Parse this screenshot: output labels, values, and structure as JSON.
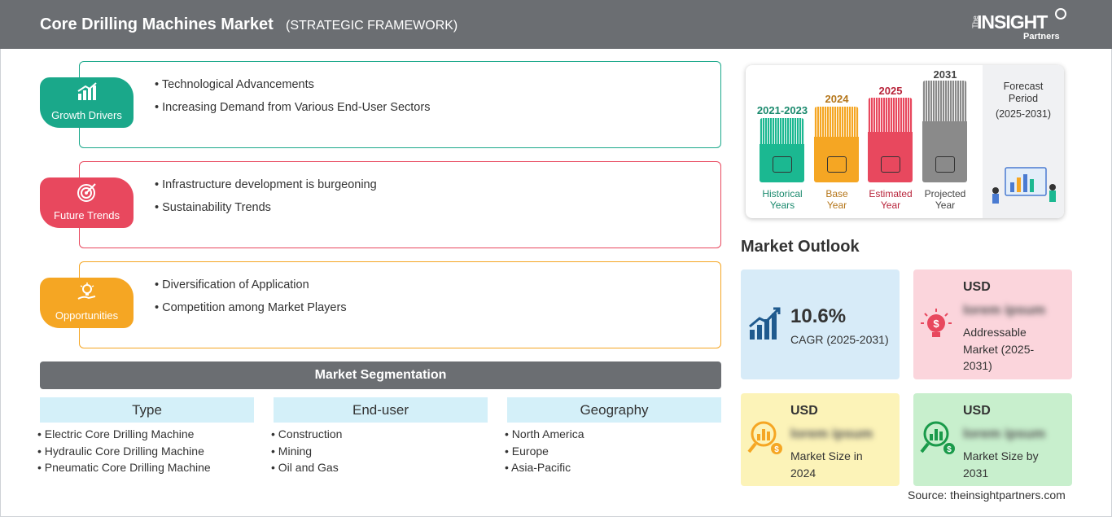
{
  "header": {
    "title": "Core Drilling Machines Market",
    "subtitle": "(STRATEGIC FRAMEWORK)",
    "logo": {
      "the": "The",
      "main": "INSIGHT",
      "partners": "Partners"
    }
  },
  "framework": [
    {
      "label": "Growth Drivers",
      "icon": "growth-chart-icon",
      "color": "#1aa88a",
      "points": [
        "Technological Advancements",
        "Increasing Demand from Various End-User Sectors"
      ]
    },
    {
      "label": "Future Trends",
      "icon": "target-icon",
      "color": "#e8485e",
      "points": [
        "Infrastructure development is burgeoning",
        "Sustainability Trends"
      ]
    },
    {
      "label": "Opportunities",
      "icon": "lightbulb-hand-icon",
      "color": "#f5a623",
      "points": [
        "Diversification of Application",
        "Competition among Market Players"
      ]
    }
  ],
  "segmentation": {
    "title": "Market Segmentation",
    "columns": [
      {
        "heading": "Type",
        "items": [
          "Electric Core Drilling Machine",
          "Hydraulic Core Drilling Machine",
          "Pneumatic Core Drilling Machine"
        ]
      },
      {
        "heading": "End-user",
        "items": [
          "Construction",
          "Mining",
          "Oil and Gas"
        ]
      },
      {
        "heading": "Geography",
        "items": [
          "North America",
          "Europe",
          "Asia-Pacific"
        ]
      }
    ]
  },
  "timeline": {
    "bars": [
      {
        "year": "2021-2023",
        "label_line1": "Historical",
        "label_line2": "Years",
        "color": "#1bb891",
        "text_color": "#1b8a6e",
        "icon": "history-clock-icon"
      },
      {
        "year": "2024",
        "label_line1": "Base",
        "label_line2": "Year",
        "color": "#f5a623",
        "text_color": "#b5761a",
        "icon": "calendar-icon"
      },
      {
        "year": "2025",
        "label_line1": "Estimated",
        "label_line2": "Year",
        "color": "#e8485e",
        "text_color": "#b8243a",
        "icon": "gears-chart-icon"
      },
      {
        "year": "2031",
        "label_line1": "Projected",
        "label_line2": "Year",
        "color": "#8a8a8a",
        "text_color": "#444444",
        "icon": "presentation-chart-icon"
      }
    ],
    "forecast_title_line1": "Forecast",
    "forecast_title_line2": "Period",
    "forecast_period": "(2025-2031)"
  },
  "market_outlook": {
    "title": "Market Outlook",
    "cagr": {
      "value": "10.6%",
      "label": "CAGR (2025-2031)",
      "icon": "growth-bars-icon",
      "bg": "#d7ebf8"
    },
    "addressable": {
      "currency": "USD",
      "value": "lorem ipsum",
      "label_line1": "Addressable",
      "label_line2": "Market (2025-",
      "label_line3": "2031)",
      "icon": "lightbulb-dollar-icon",
      "bg": "#fbd5dc"
    },
    "size_2024": {
      "currency": "USD",
      "value": "lorem ipsum",
      "label_line1": "Market Size in",
      "label_line2": "2024",
      "icon": "magnifier-chart-icon",
      "bg": "#fcf3b8"
    },
    "size_2031": {
      "currency": "USD",
      "value": "lorem ipsum",
      "label_line1": "Market Size by",
      "label_line2": "2031",
      "icon": "magnifier-chart-green-icon",
      "bg": "#c8efcd"
    }
  },
  "source": "Source: theinsightpartners.com"
}
